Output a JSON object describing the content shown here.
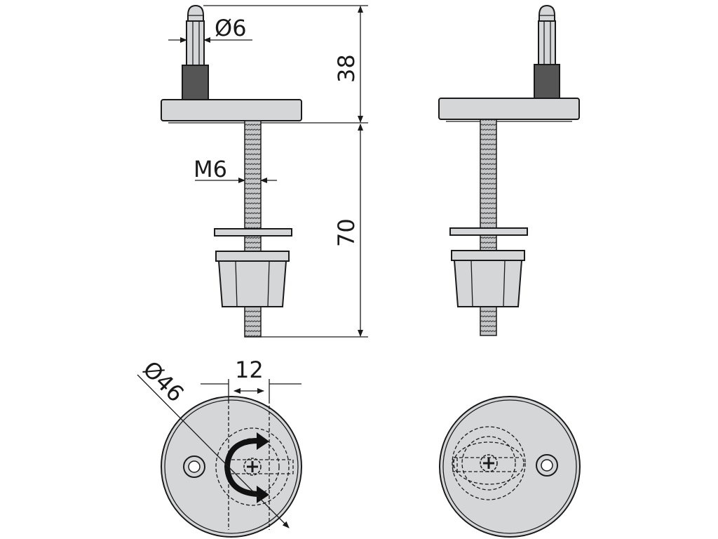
{
  "dimensions": {
    "pin_diameter": "Ø6",
    "pin_height": "38",
    "bolt_length": "70",
    "thread": "M6",
    "offset": "12",
    "base_diameter": "Ø46"
  },
  "colors": {
    "part_fill": "#d5d6d8",
    "pin_sleeve": "#555555",
    "outline": "#1a1a1a"
  }
}
